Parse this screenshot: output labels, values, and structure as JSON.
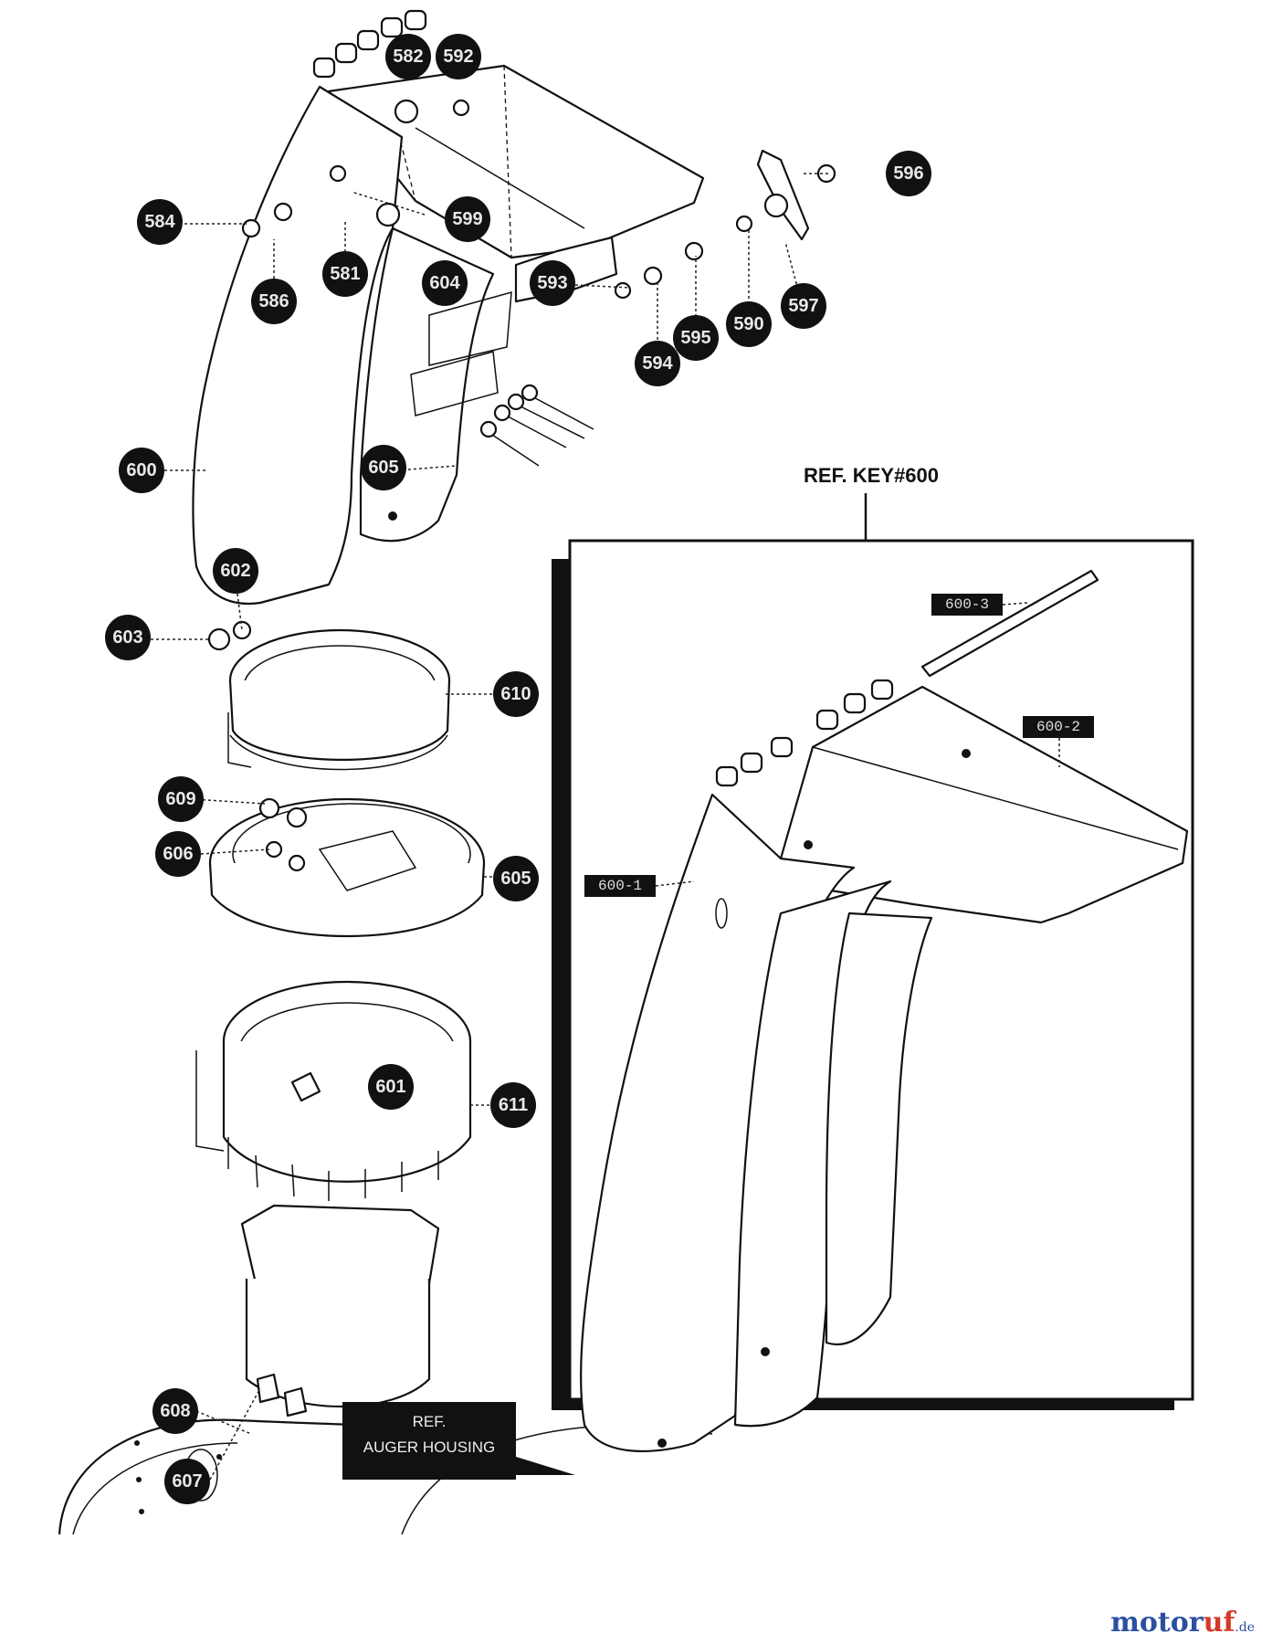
{
  "callouts": [
    "582",
    "592",
    "596",
    "584",
    "586",
    "581",
    "599",
    "604",
    "593",
    "597",
    "590",
    "595",
    "594",
    "600",
    "605",
    "602",
    "603",
    "610",
    "609",
    "606",
    "605",
    "601",
    "611",
    "608",
    "607"
  ],
  "inset": {
    "ref_key": "REF. KEY#600",
    "tags": [
      "600-3",
      "600-2",
      "600-1"
    ]
  },
  "auger_ref": {
    "line1": "REF.",
    "line2": "AUGER HOUSING"
  },
  "watermark": {
    "brand_a": "motor",
    "brand_b": "uf",
    "tld": ".de"
  }
}
